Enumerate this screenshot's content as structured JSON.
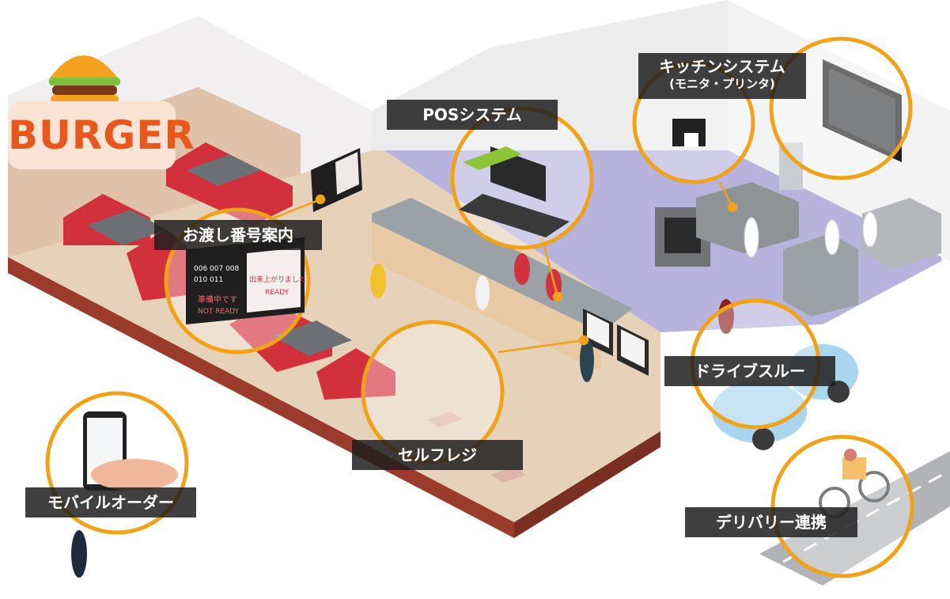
{
  "logo": {
    "text": "BURGER"
  },
  "labels": {
    "pos": "POSシステム",
    "kitchen": "キッチンシステム",
    "kitchen_sub": "(モニタ・プリンタ)",
    "handover": "お渡し番号案内",
    "drive": "ドライブスルー",
    "selfreg": "セルフレジ",
    "mobile": "モバイルオーダー",
    "delivery": "デリバリー連携"
  },
  "screen_texts": {
    "preparing_jp": "準備中です",
    "preparing_en": "NOT READY",
    "ready_jp": "出来上がりました",
    "ready_en": "READY",
    "numbers_row1": "006 007 008",
    "numbers_row2": "010 011"
  },
  "colors": {
    "accent_orange": "#f0a21a",
    "floor": "#e6d2b8",
    "kitchen_floor": "#b7b3dc",
    "wall": "#f1efef",
    "sofa_red": "#d3303d",
    "label_bg": "#1e1e1e"
  }
}
